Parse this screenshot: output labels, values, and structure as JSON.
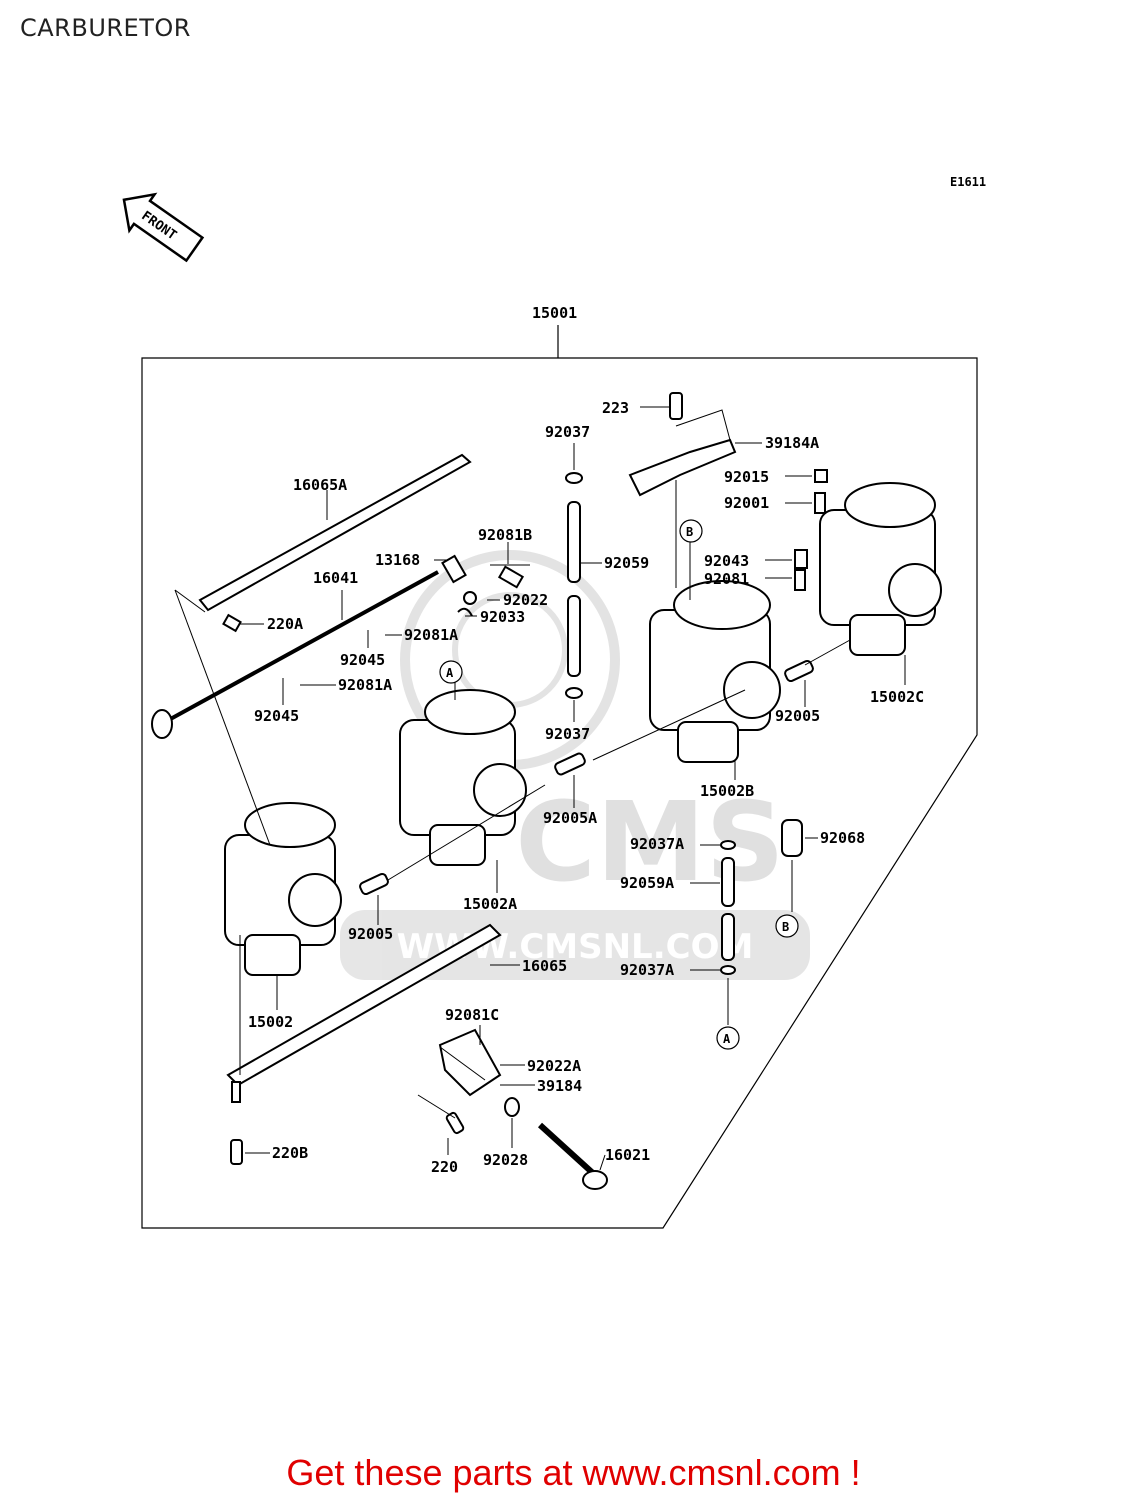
{
  "title": "CARBURETOR",
  "figure_code": "E1611",
  "front_label": "FRONT",
  "assembly_label": "15001",
  "watermark": {
    "brand": "CMS",
    "url": "WWW.CMSNL.COM"
  },
  "parts": [
    "223",
    "39184A",
    "92037",
    "92015",
    "92001",
    "16065A",
    "92081B",
    "13168",
    "92059",
    "92043",
    "92081",
    "16041",
    "92022",
    "92033",
    "220A",
    "92081A",
    "92045",
    "92081A",
    "92045",
    "92037",
    "92005",
    "15002C",
    "15002B",
    "92005A",
    "92037A",
    "92068",
    "92059A",
    "92005",
    "15002A",
    "16065",
    "92037A",
    "15002",
    "92081C",
    "92022A",
    "39184",
    "220B",
    "220",
    "92028",
    "16021"
  ],
  "callouts": [
    "A",
    "B",
    "A",
    "B"
  ],
  "footer": "Get these parts at www.cmsnl.com !"
}
